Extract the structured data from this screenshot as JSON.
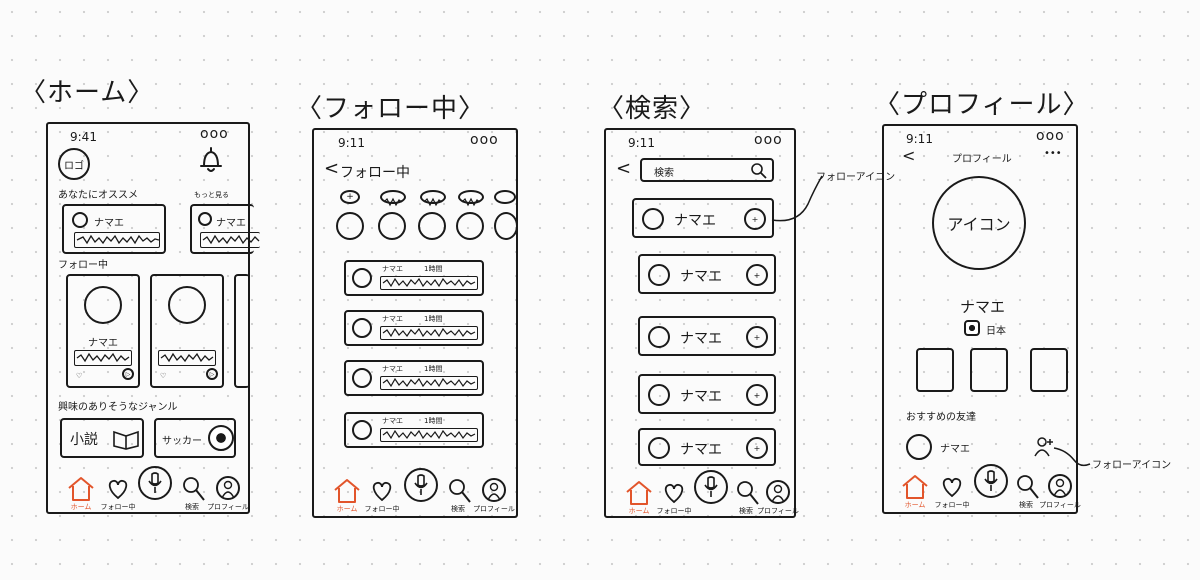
{
  "screens": {
    "home": {
      "title": "〈ホーム〉",
      "time": "9:41",
      "status_dots": "ooo",
      "logo_label": "ロゴ",
      "recommend_heading": "あなたにオススメ",
      "see_more": "もっと見る",
      "recommend_cards": [
        {
          "name": "ナマエ"
        },
        {
          "name": "ナマエ"
        }
      ],
      "following_heading": "フォロー中",
      "following_card_name": "ナマエ",
      "genre_heading": "興味のありそうなジャンル",
      "genres": [
        {
          "label": "小説"
        },
        {
          "label": "サッカー"
        }
      ]
    },
    "following": {
      "title": "〈フォロー中〉",
      "time": "9:11",
      "status_dots": "ooo",
      "header_title": "フォロー中",
      "items": [
        {
          "name": "ナマエ",
          "time": "1時間"
        },
        {
          "name": "ナマエ",
          "time": "1時間"
        },
        {
          "name": "ナマエ",
          "time": "1時間"
        },
        {
          "name": "ナマエ",
          "time": "1時間"
        }
      ]
    },
    "search": {
      "title": "〈検索〉",
      "time": "9:11",
      "status_dots": "ooo",
      "search_placeholder": "検索",
      "results": [
        {
          "name": "ナマエ"
        },
        {
          "name": "ナマエ"
        },
        {
          "name": "ナマエ"
        },
        {
          "name": "ナマエ"
        },
        {
          "name": "ナマエ"
        }
      ],
      "annotation": "フォローアイコン"
    },
    "profile": {
      "title": "〈プロフィール〉",
      "time": "9:11",
      "status_dots": "ooo",
      "header_title": "プロフィール",
      "more_menu": "•••",
      "icon_label": "アイコン",
      "name": "ナマエ",
      "country": "日本",
      "friends_heading": "おすすめの友達",
      "friend_name": "ナマエ",
      "annotation": "フォローアイコン"
    }
  },
  "nav": {
    "items": [
      {
        "label": "ホーム",
        "icon": "house-icon"
      },
      {
        "label": "フォロー中",
        "icon": "heart-icon"
      },
      {
        "label": "",
        "icon": "microphone-icon"
      },
      {
        "label": "検索",
        "icon": "search-icon"
      },
      {
        "label": "プロフィール",
        "icon": "person-icon"
      }
    ],
    "active_color": "#e2552b"
  }
}
